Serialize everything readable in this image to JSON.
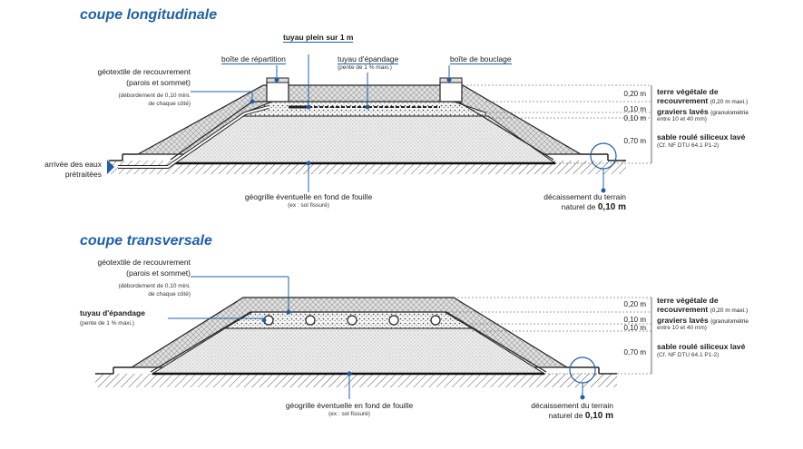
{
  "colors": {
    "accent": "#1f5fa8",
    "line": "#2b2b2b"
  },
  "longitudinal": {
    "title": "coupe longitudinale",
    "tuyau_plein": "tuyau plein sur 1 m",
    "boite_repartition": "boîte de répartition",
    "tuyau_epandage": "tuyau d'épandage",
    "pente": "(pente de 1 % maxi.)",
    "boite_bouclage": "boîte de bouclage",
    "geotextile_1": "géotextile de recouvrement",
    "geotextile_2": "(parois et sommet)",
    "debordement_1": "(débordement de 0,10 mini.",
    "debordement_2": "de chaque côté)",
    "arrivee_1": "arrivée des eaux",
    "arrivee_2": "prétraitées",
    "geogrille": "géogrille éventuelle en fond de fouille",
    "geogrille_note": "(ex : sol fissuré)",
    "decaissement_1": "décaissement du terrain",
    "decaissement_2": "naturel de",
    "decaissement_3": "0,10 m"
  },
  "transversal": {
    "title": "coupe transversale",
    "geotextile_1": "géotextile de recouvrement",
    "geotextile_2": "(parois et sommet)",
    "debordement_1": "(débordement de 0,10 mini.",
    "debordement_2": "de chaque côté)",
    "tuyau_epandage": "tuyau d'épandage",
    "pente": "(pente de 1 % maxi.)",
    "geogrille": "géogrille éventuelle en fond de fouille",
    "geogrille_note": "(ex : sol fissuré)",
    "decaissement_1": "décaissement du terrain",
    "decaissement_2": "naturel de",
    "decaissement_3": "0,10 m"
  },
  "layers": {
    "terre_1": "terre végétale de",
    "terre_2": "recouvrement",
    "terre_note": "(0,20 m maxi.)",
    "graviers": "graviers lavés",
    "graviers_note_1": "(granulométrie",
    "graviers_note_2": "entre 10 et 40 mm)",
    "sable": "sable roulé siliceux lavé",
    "sable_note": "(Cf. NF DTU 64.1 P1-2)",
    "t020": "0,20 m",
    "t010a": "0,10 m",
    "t010b": "0,10 m",
    "t070": "0,70 m"
  }
}
